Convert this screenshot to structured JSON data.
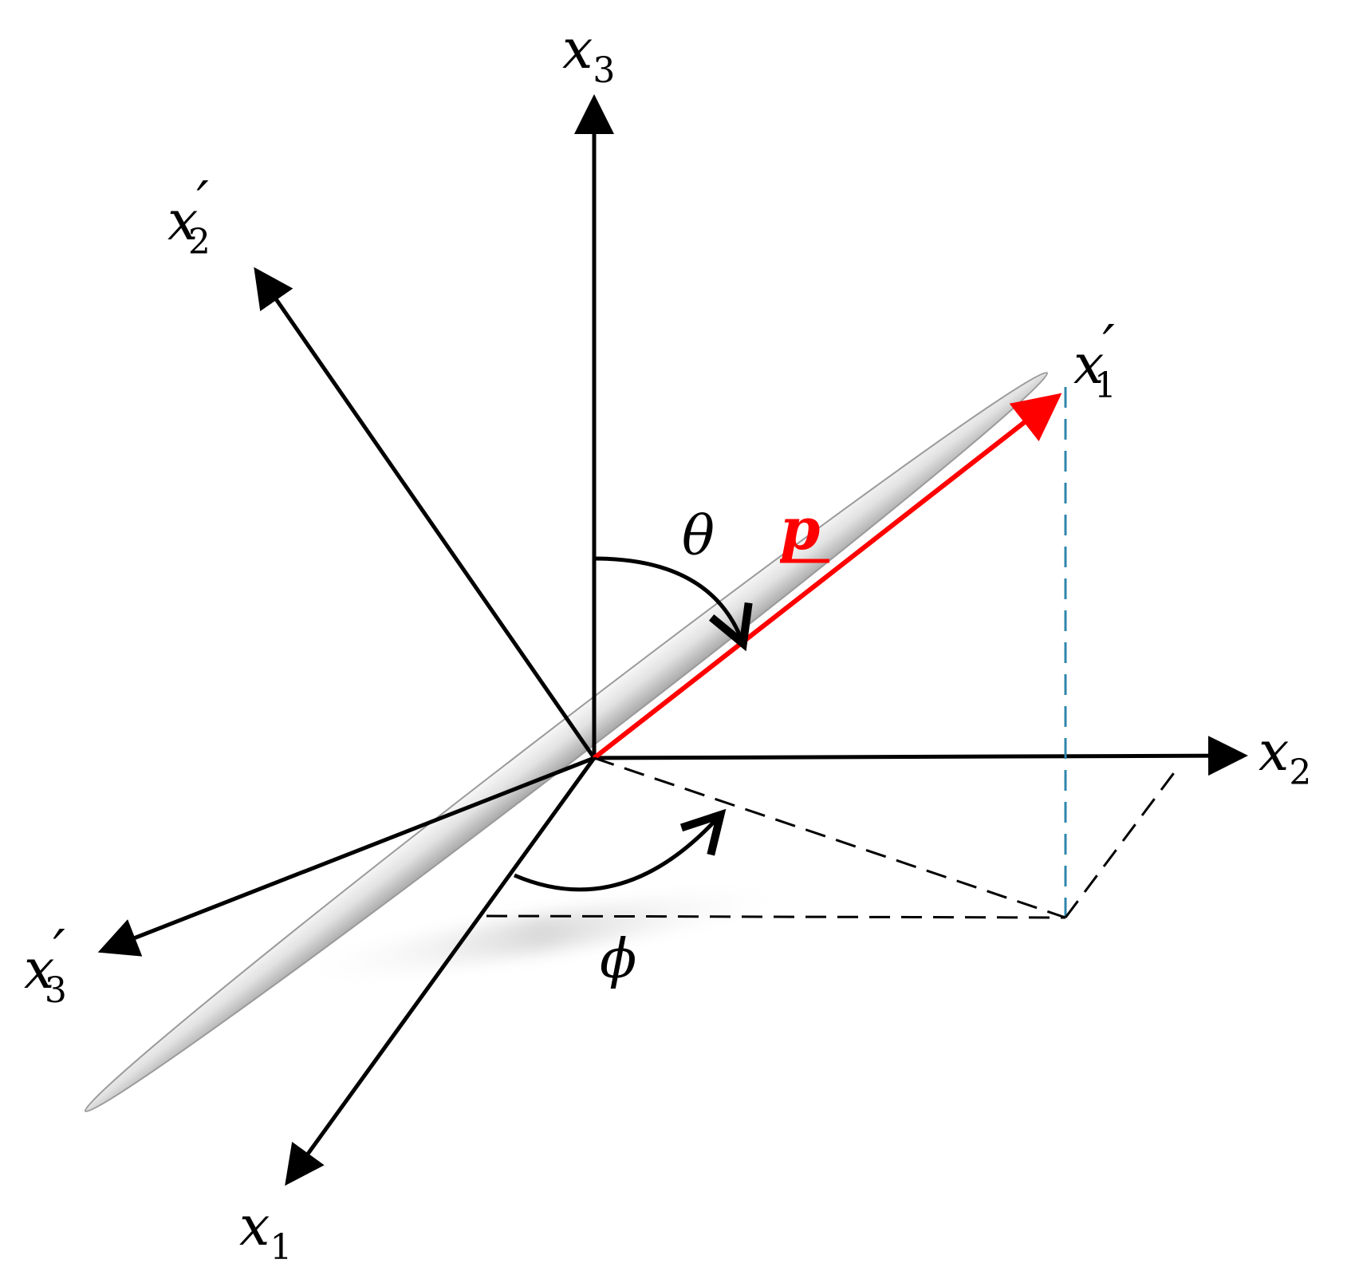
{
  "diagram": {
    "labels": {
      "x3": {
        "base": "x",
        "sub": "3",
        "prime": ""
      },
      "x2prime": {
        "base": "x",
        "sub": "2",
        "prime": "′"
      },
      "x1prime": {
        "base": "x",
        "sub": "1",
        "prime": "′"
      },
      "x2": {
        "base": "x",
        "sub": "2",
        "prime": ""
      },
      "x3prime": {
        "base": "x",
        "sub": "3",
        "prime": "′"
      },
      "x1": {
        "base": "x",
        "sub": "1",
        "prime": ""
      },
      "theta": "θ",
      "phi": "ϕ",
      "p": "p"
    },
    "colors": {
      "axes": "#000000",
      "vector_p": "#ff0000",
      "projection_line": "#2e86ab",
      "body_fill": "#d9d9d9"
    }
  }
}
